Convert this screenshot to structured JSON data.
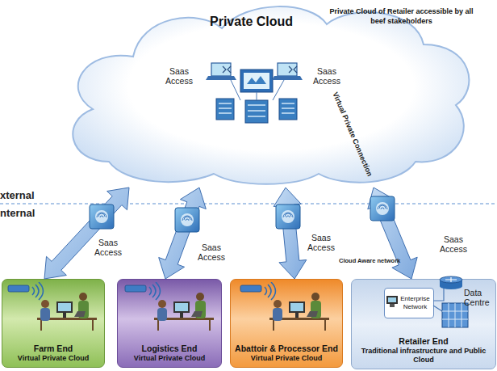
{
  "diagram": {
    "nodes": [
      {
        "text": [
          "Private Cloud",
          "Private Cloud of Retailer accessible by all beef stakeholders"
        ]
      },
      {
        "text": [
          "Farm End",
          "Virtual Private Cloud"
        ]
      },
      {
        "text": [
          "Logistics End",
          "Virtual Private Cloud"
        ]
      },
      {
        "text": [
          "Abattoir & Processor End",
          "Virtual Private Cloud"
        ]
      },
      {
        "text": [
          "Retailer End",
          "Traditional infrastructure and Public Cloud"
        ]
      },
      {
        "text": [
          "Enterprise Network"
        ],
        "in": 4
      }
    ],
    "edges": [
      {
        "from": 0,
        "to": 1,
        "arrow": "both",
        "label": "Saas Access"
      },
      {
        "from": 0,
        "to": 2,
        "arrow": "both",
        "label": "Saas Access"
      },
      {
        "from": 0,
        "to": 3,
        "arrow": "both",
        "label": "Saas Access"
      },
      {
        "from": 0,
        "to": 4,
        "arrow": "both",
        "label": "Virtual Private Connection"
      }
    ],
    "labels": [
      "Saas Access",
      "Saas Access",
      "Saas Access",
      "Cloud Aware network",
      "xternal",
      "nternal",
      "Data Centre"
    ]
  }
}
